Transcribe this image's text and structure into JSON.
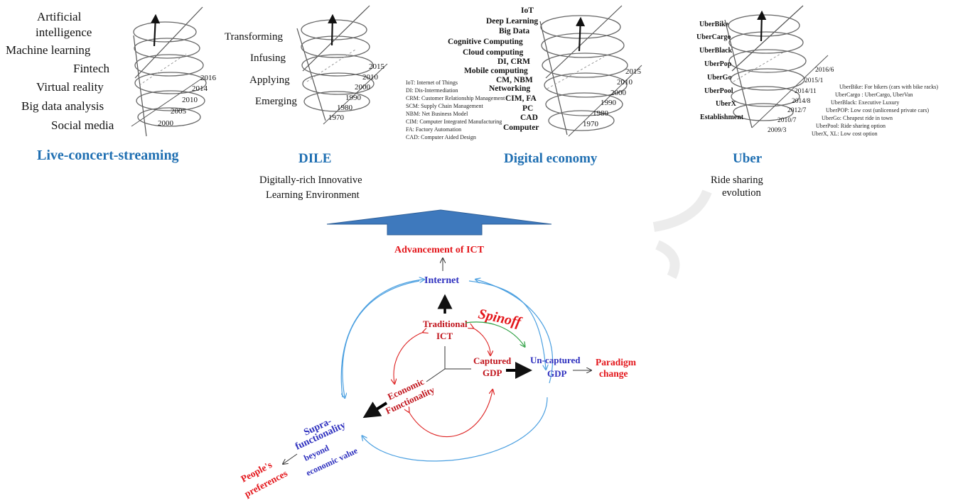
{
  "panels": {
    "live": {
      "title": "Live-concert-streaming",
      "labels": [
        "Artificial",
        "intelligence",
        "Machine learning",
        "Fintech",
        "Virtual reality",
        "Big data analysis",
        "Social media"
      ],
      "years": [
        "2016",
        "2014",
        "2010",
        "2005",
        "2000"
      ]
    },
    "dile": {
      "title": "DILE",
      "subtitle_line1": "Digitally-rich Innovative",
      "subtitle_line2": "Learning Environment",
      "labels": [
        "Transforming",
        "Infusing",
        "Applying",
        "Emerging"
      ],
      "years": [
        "2015",
        "2010",
        "2000",
        "1990",
        "1980",
        "1970"
      ]
    },
    "digital": {
      "title": "Digital economy",
      "legend": [
        "IoT: Internet of Things",
        "DI: Dis-Intermediation",
        "CRM: Customer Relationship Management",
        "SCM: Supply Chain Management",
        "NBM: Net Business Model",
        "CIM: Computer Integrated Manufacturing",
        "FA: Factory Automation",
        "CAD: Computer Aided Design"
      ],
      "labels": [
        "IoT",
        "Deep Learning",
        "Big Data",
        "Cognitive Computing",
        "Cloud computing",
        "DI, CRM",
        "Mobile computing",
        "CM, NBM",
        "Networking",
        "CIM, FA",
        "PC",
        "CAD",
        "Computer"
      ],
      "years": [
        "2015",
        "2010",
        "2000",
        "1990",
        "1980",
        "1970"
      ]
    },
    "uber": {
      "title": "Uber",
      "subtitle_line1": "Ride sharing",
      "subtitle_line2": "evolution",
      "labels": [
        "UberBike",
        "UberCargo",
        "UberBlack",
        "UberPop",
        "UberGo",
        "UberPool",
        "UberX",
        "Establishment"
      ],
      "years": [
        "2016/6",
        "2015/1",
        "2014/11",
        "2014/8",
        "2012/7",
        "2010/7",
        "2009/3"
      ],
      "legend": [
        "UberBike: For bikers (cars with bike racks)",
        "UberCargo : UberCargo, UberVan",
        "UberBlack: Executive Luxury",
        "UberPOP: Low cost  (unlicensed  private cars)",
        "UberGo: Cheapest ride in town",
        "UberPool: Ride sharing option",
        "UberX, XL: Low cost option"
      ]
    }
  },
  "cycle": {
    "advancement": "Advancement of ICT",
    "internet": "Internet",
    "spinoff": "Spinoff",
    "traditional_1": "Traditional",
    "traditional_2": "ICT",
    "captured_1": "Captured",
    "captured_2": "GDP",
    "uncaptured_1": "Un-captured",
    "uncaptured_2": "GDP",
    "paradigm_1": "Paradigm",
    "paradigm_2": "change",
    "economic_1": "Economic",
    "economic_2": "Functionality",
    "supra_1": "Supra-",
    "supra_2": "functionality",
    "supra_3": "beyond",
    "supra_4": "economic value",
    "people_1": "People's",
    "people_2": "preferences"
  },
  "colors": {
    "title_blue": "#1f6fb2",
    "arrow_blue": "#3e79bd",
    "red": "#e3161b",
    "navy": "#2d2fbe",
    "cycle_blue": "#4a9fe0",
    "green": "#2ea043"
  }
}
